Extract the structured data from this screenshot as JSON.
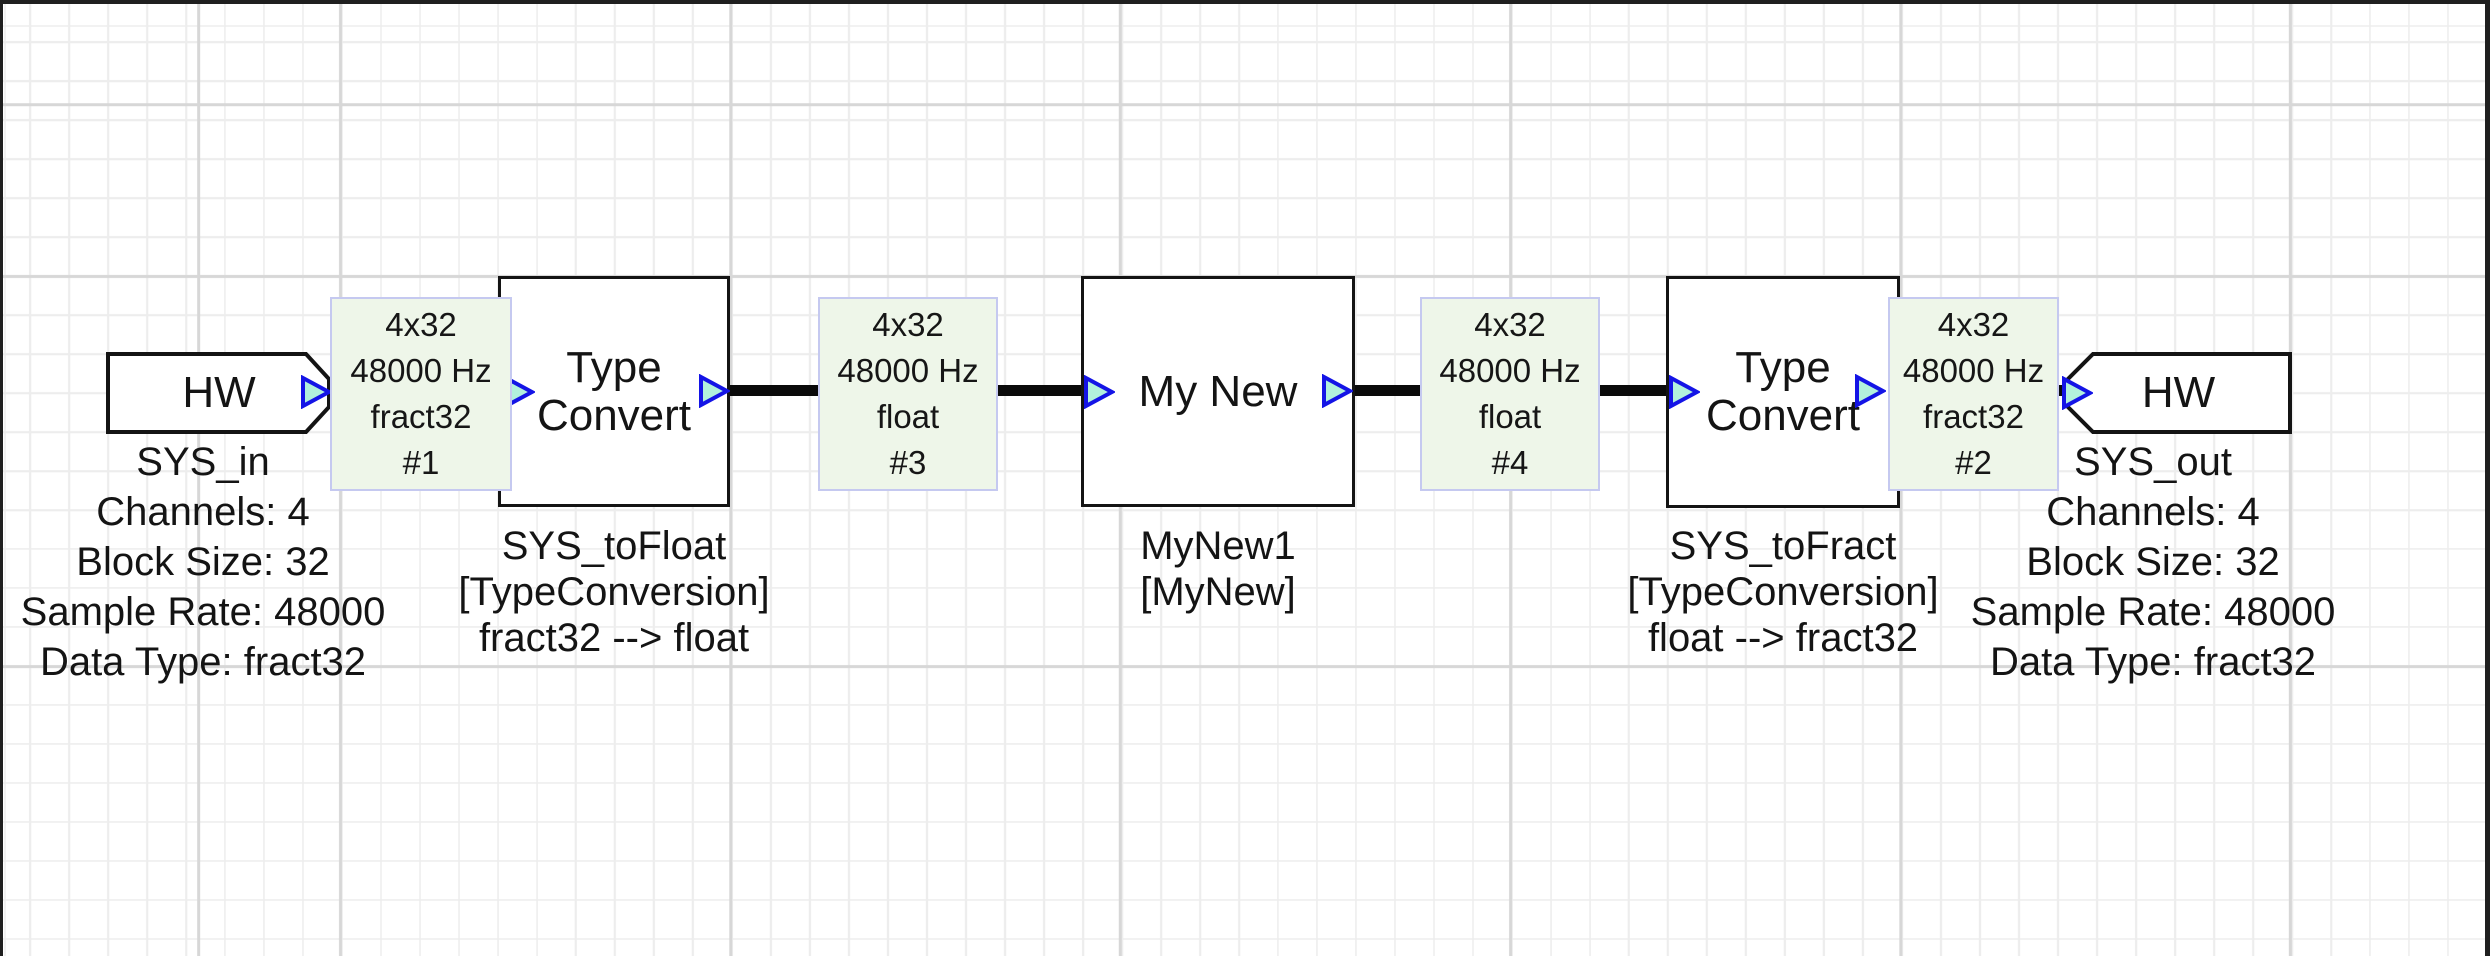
{
  "diagram": {
    "colors": {
      "wire": "#0a0a0a",
      "block_border": "#141414",
      "annotation_fill": "#eef6e9",
      "annotation_border": "#c5c9f0",
      "pin_fill": "#b2f1dc",
      "pin_border": "#1414e6",
      "grid_minor": "#ededed",
      "grid_major": "#d7d7d7"
    },
    "nodes": [
      {
        "id": "SYS_in",
        "shape": "hw-input-arrow",
        "label": "HW",
        "captions": [
          "SYS_in",
          "Channels: 4",
          "Block Size: 32",
          "Sample Rate: 48000",
          "Data Type: fract32"
        ]
      },
      {
        "id": "SYS_toFloat",
        "shape": "rect",
        "label_lines": [
          "Type",
          "Convert"
        ],
        "captions": [
          "SYS_toFloat",
          "[TypeConversion]",
          "fract32 --> float"
        ]
      },
      {
        "id": "MyNew1",
        "shape": "rect",
        "label": "My New",
        "captions": [
          "MyNew1",
          "[MyNew]"
        ]
      },
      {
        "id": "SYS_toFract",
        "shape": "rect",
        "label_lines": [
          "Type",
          "Convert"
        ],
        "captions": [
          "SYS_toFract",
          "[TypeConversion]",
          "float --> fract32"
        ]
      },
      {
        "id": "SYS_out",
        "shape": "hw-output-arrow",
        "label": "HW",
        "captions": [
          "SYS_out",
          "Channels: 4",
          "Block Size: 32",
          "Sample Rate: 48000",
          "Data Type: fract32"
        ]
      }
    ],
    "wire_labels": [
      {
        "lines": [
          "4x32",
          "48000 Hz",
          "fract32",
          "#1"
        ]
      },
      {
        "lines": [
          "4x32",
          "48000 Hz",
          "float",
          "#3"
        ]
      },
      {
        "lines": [
          "4x32",
          "48000 Hz",
          "float",
          "#4"
        ]
      },
      {
        "lines": [
          "4x32",
          "48000 Hz",
          "fract32",
          "#2"
        ]
      }
    ]
  }
}
